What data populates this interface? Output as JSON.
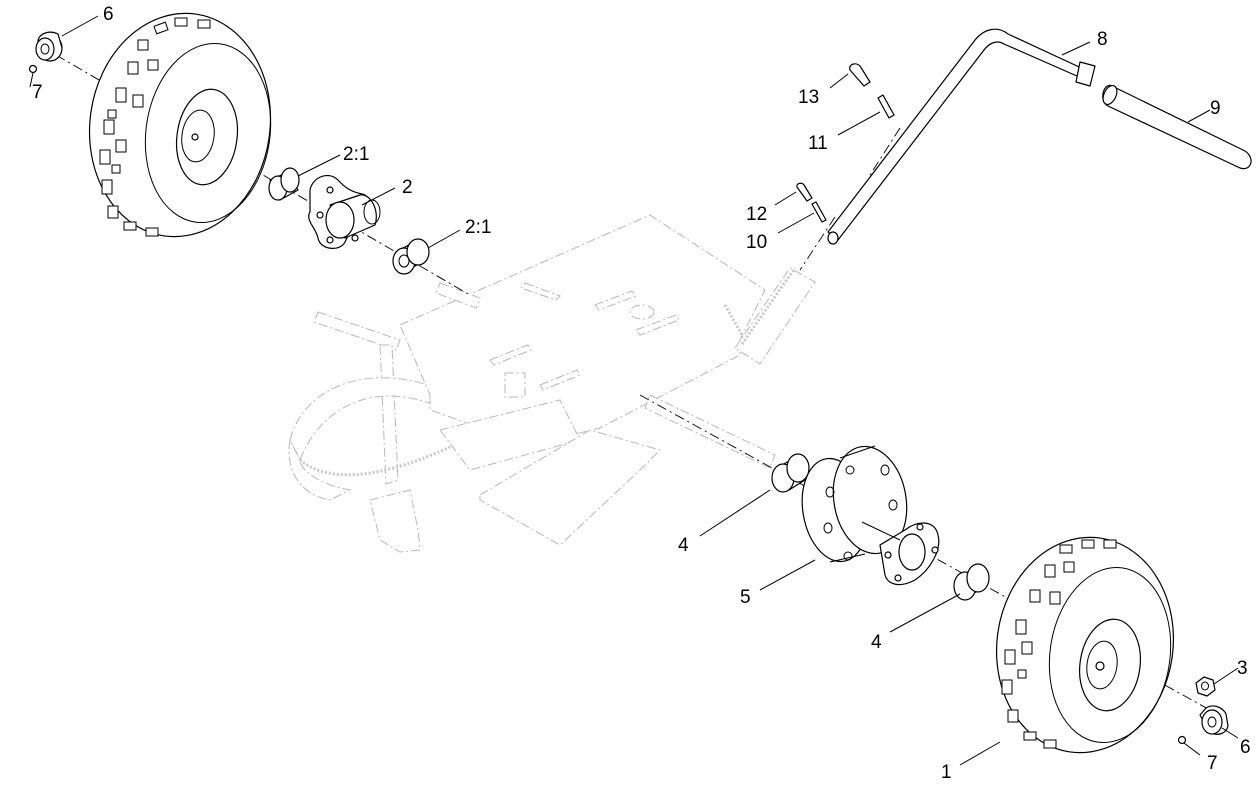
{
  "callouts": {
    "c1": "1",
    "c2": "2",
    "c2_1a": "2:1",
    "c2_1b": "2:1",
    "c3": "3",
    "c4a": "4",
    "c4b": "4",
    "c5": "5",
    "c6a": "6",
    "c6b": "6",
    "c7a": "7",
    "c7b": "7",
    "c8": "8",
    "c9": "9",
    "c10": "10",
    "c11": "11",
    "c12": "12",
    "c13": "13"
  }
}
